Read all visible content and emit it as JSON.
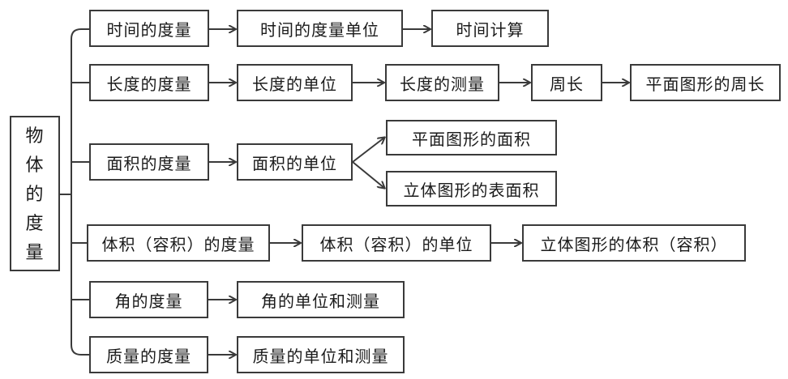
{
  "root": {
    "label": "物体的度量",
    "chars": [
      "物",
      "体",
      "的",
      "度",
      "量"
    ]
  },
  "rows": [
    {
      "nodes": [
        "时间的度量",
        "时间的度量单位",
        "时间计算"
      ]
    },
    {
      "nodes": [
        "长度的度量",
        "长度的单位",
        "长度的测量",
        "周长",
        "平面图形的周长"
      ]
    },
    {
      "nodes": [
        "面积的度量",
        "面积的单位"
      ],
      "branches": [
        "平面图形的面积",
        "立体图形的表面积"
      ]
    },
    {
      "nodes": [
        "体积（容积）的度量",
        "体积（容积）的单位",
        "立体图形的体积（容积）"
      ]
    },
    {
      "nodes": [
        "角的度量",
        "角的单位和测量"
      ]
    },
    {
      "nodes": [
        "质量的度量",
        "质量的单位和测量"
      ]
    }
  ]
}
